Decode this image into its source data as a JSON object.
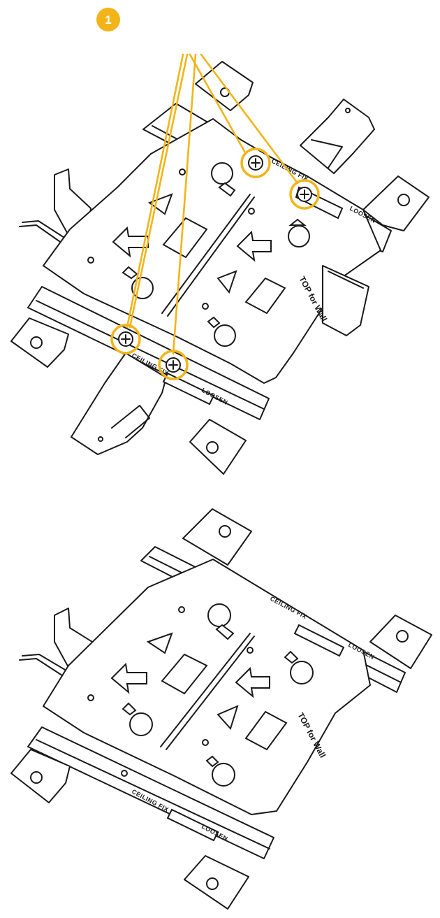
{
  "step": {
    "number": "1",
    "color": "#f2b418"
  },
  "top_bracket": {
    "labels": {
      "ceiling_fix_upper": "CEILING FIX",
      "loosen_upper": "LOOSEN",
      "top_for_wall": "TOP for Wall",
      "ceiling_fix_lower": "CEILING FIX",
      "loosen_lower": "LOOSEN"
    },
    "highlighted_screws": 4
  },
  "bottom_bracket": {
    "labels": {
      "ceiling_fix_upper": "CEILING FIX",
      "loosen_upper": "LOOSEN",
      "top_for_wall": "TOP for Wall",
      "ceiling_fix_lower": "CEILING FIX",
      "loosen_lower": "LOOSEN"
    }
  }
}
